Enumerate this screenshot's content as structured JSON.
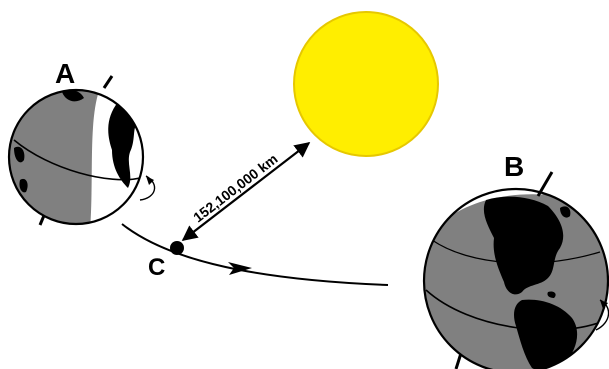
{
  "labels": {
    "a": "A",
    "b": "B",
    "c": "C",
    "distance": "152,100,000 km"
  },
  "colors": {
    "sun": "#ffee00",
    "sun_outline": "#e6c800",
    "ocean": "#808080",
    "land": "#000000",
    "day_side": "#ffffff",
    "outline": "#000000"
  },
  "icons": {
    "sun": "sun-disk",
    "earth": "globe-with-axis"
  }
}
